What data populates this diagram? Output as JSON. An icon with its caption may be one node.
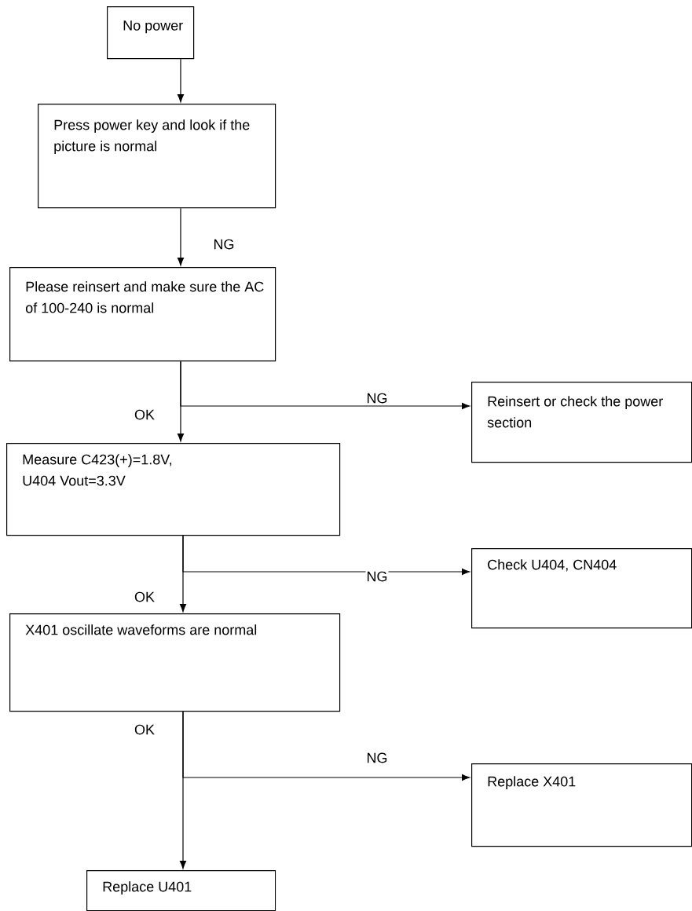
{
  "diagram": {
    "nodes": [
      {
        "text": [
          "No power"
        ]
      },
      {
        "text": [
          "Press power key and look if the picture is normal"
        ]
      },
      {
        "text": [
          "Please reinsert and make sure the AC of 100-240 is normal"
        ]
      },
      {
        "text": [
          "Reinsert or check the power section"
        ]
      },
      {
        "text": [
          "Measure C423(+)=1.8V, U404 Vout=3.3V"
        ]
      },
      {
        "text": [
          "Check U404, CN404"
        ]
      },
      {
        "text": [
          "X401 oscillate waveforms are normal"
        ]
      },
      {
        "text": [
          "Replace X401"
        ]
      },
      {
        "text": [
          "Replace U401"
        ]
      }
    ],
    "edges": [
      {
        "from": 0,
        "to": 1,
        "arrow": "to"
      },
      {
        "from": 1,
        "to": 2,
        "arrow": "to",
        "label": "NG"
      },
      {
        "from": 2,
        "to": 3,
        "arrow": "to",
        "label": "NG"
      },
      {
        "from": 2,
        "to": 4,
        "arrow": "to",
        "label": "OK"
      },
      {
        "from": 4,
        "to": 5,
        "arrow": "to",
        "label": "NG"
      },
      {
        "from": 4,
        "to": 6,
        "arrow": "to",
        "label": "OK"
      },
      {
        "from": 6,
        "to": 7,
        "arrow": "to",
        "label": "NG"
      },
      {
        "from": 6,
        "to": 8,
        "arrow": "to",
        "label": "OK"
      }
    ]
  }
}
